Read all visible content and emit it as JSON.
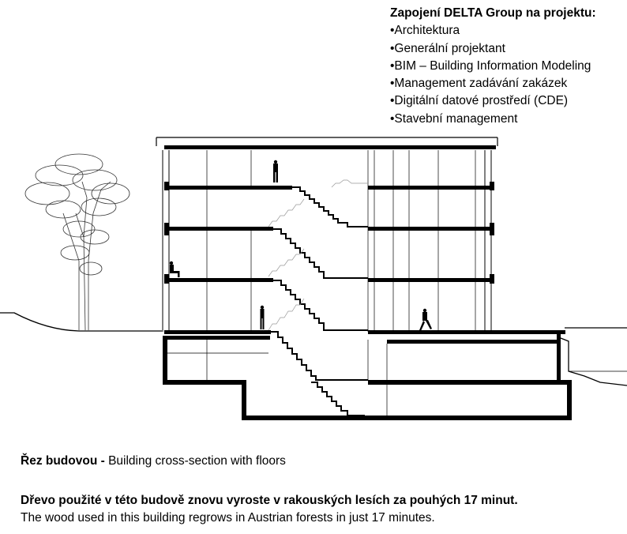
{
  "info": {
    "title": "Zapojení DELTA Group na projektu:",
    "items": [
      "•Architektura",
      "•Generální projektant",
      "•BIM – Building Information Modeling",
      "•Management zadávání zakázek",
      "•Digitální datové prostředí (CDE)",
      "•Stavební management"
    ]
  },
  "caption": {
    "bold": "Řez budovou -",
    "text": " Building cross-section with floors"
  },
  "note": {
    "cz": "Dřevo použité v této budově znovu vyroste v rakouských lesích za pouhých 17 minut.",
    "en": "The wood used in this building regrows in Austrian forests in just 17 minutes."
  }
}
